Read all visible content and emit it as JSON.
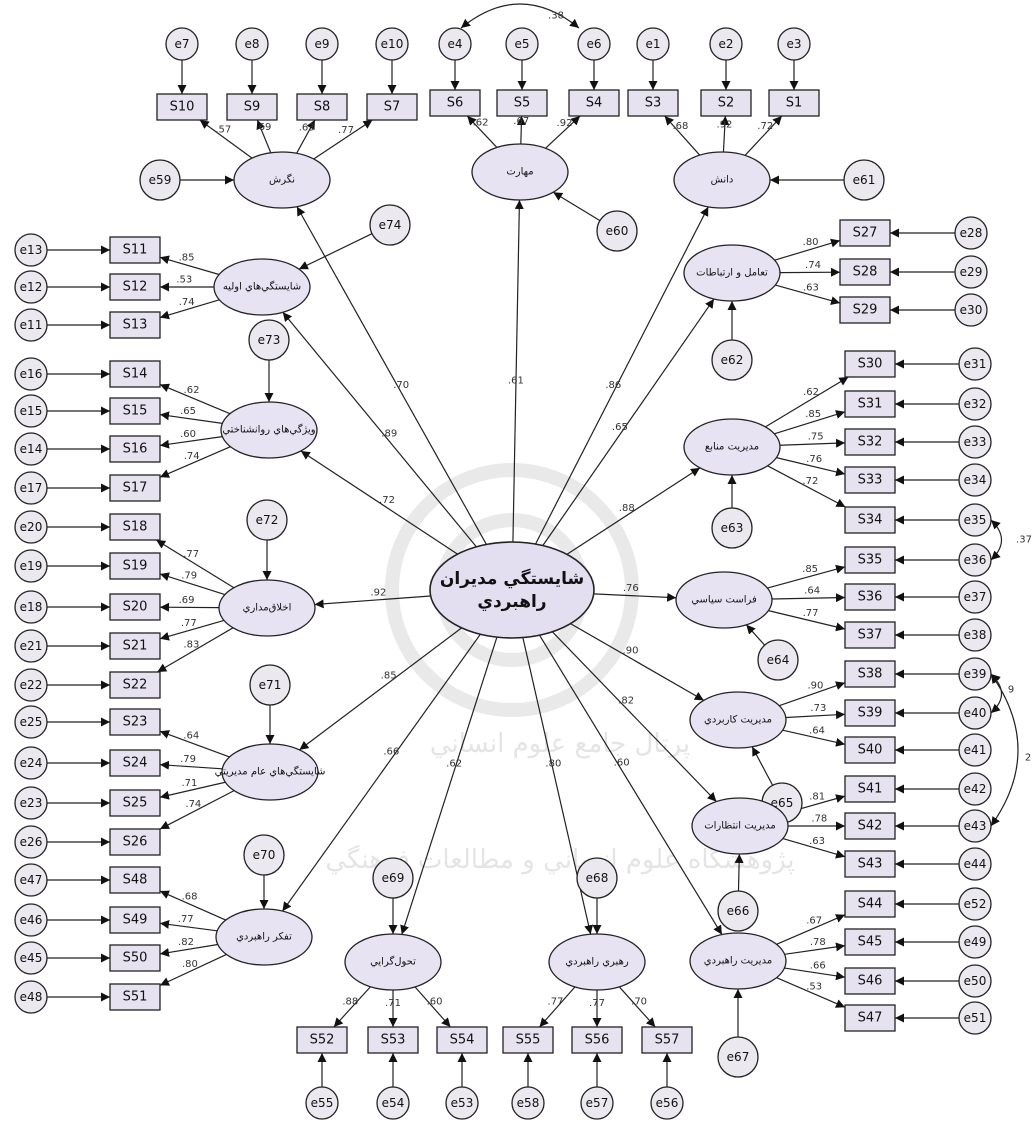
{
  "central": {
    "label_line1": "شايستگي مديران",
    "label_line2": "راهبردي"
  },
  "latents": {
    "negaresh": "نگرش",
    "maharat": "مهارت",
    "danesh": "دانش",
    "avalie": "شايستگي‌هاي اوليه",
    "ravan": "ويژگي‌هاي روانشناختي",
    "akhlagh": "اخلاق‌مداري",
    "aam": "شايستگي‌هاي عام مديريتي",
    "tafakkor": "تفكر راهبردي",
    "tahavvol": "تحول‌گرايي",
    "rahbari": "رهبري راهبردي",
    "taamol": "تعامل و ارتباطات",
    "manabe": "مديريت منابع",
    "farasat": "فراست سياسي",
    "karbordi": "مديريت كاربردي",
    "entezarat": "مديريت انتظارات",
    "mrahbordi": "مديريت راهبردي"
  },
  "structural_loadings": {
    "negaresh": ".70",
    "maharat": ".61",
    "danesh": ".86",
    "avalie": ".89",
    "ravan": ".72",
    "akhlagh": ".92",
    "aam": ".85",
    "tafakkor": ".66",
    "tahavvol": ".62",
    "rahbari": ".80",
    "taamol": ".65",
    "manabe": ".88",
    "farasat": ".76",
    "karbordi": ".90",
    "entezarat": ".82",
    "mrahbordi": ".60"
  },
  "disturbances": {
    "negaresh": "e59",
    "maharat": "e60",
    "danesh": "e61",
    "avalie": "e74",
    "ravan": "e73",
    "akhlagh": "e72",
    "aam": "e71",
    "tafakkor": "e70",
    "tahavvol": "e69",
    "rahbari": "e68",
    "taamol": "e62",
    "manabe": "e63",
    "farasat": "e64",
    "karbordi": "e65",
    "entezarat": "e66",
    "mrahbordi": "e67"
  },
  "indicators": {
    "negaresh": [
      [
        "S10",
        "e7",
        ".57"
      ],
      [
        "S9",
        "e8",
        ".69"
      ],
      [
        "S8",
        "e9",
        ".63"
      ],
      [
        "S7",
        "e10",
        ".77"
      ]
    ],
    "maharat": [
      [
        "S6",
        "e4",
        ".62"
      ],
      [
        "S5",
        "e5",
        ".67"
      ],
      [
        "S4",
        "e6",
        ".92"
      ]
    ],
    "danesh": [
      [
        "S3",
        "e1",
        ".68"
      ],
      [
        "S2",
        "e2",
        ".92"
      ],
      [
        "S1",
        "e3",
        ".72"
      ]
    ],
    "avalie": [
      [
        "S11",
        "e13",
        ".85"
      ],
      [
        "S12",
        "e12",
        ".53"
      ],
      [
        "S13",
        "e11",
        ".74"
      ]
    ],
    "ravan": [
      [
        "S14",
        "e16",
        ".62"
      ],
      [
        "S15",
        "e15",
        ".65"
      ],
      [
        "S16",
        "e14",
        ".60"
      ],
      [
        "S17",
        "e17",
        ".74"
      ]
    ],
    "akhlagh": [
      [
        "S18",
        "e20",
        ".77"
      ],
      [
        "S19",
        "e19",
        ".79"
      ],
      [
        "S20",
        "e18",
        ".69"
      ],
      [
        "S21",
        "e21",
        ".77"
      ],
      [
        "S22",
        "e22",
        ".83"
      ]
    ],
    "aam": [
      [
        "S23",
        "e25",
        ".64"
      ],
      [
        "S24",
        "e24",
        ".79"
      ],
      [
        "S25",
        "e23",
        ".71"
      ],
      [
        "S26",
        "e26",
        ".74"
      ]
    ],
    "tafakkor": [
      [
        "S48",
        "e47",
        ".68"
      ],
      [
        "S49",
        "e46",
        ".77"
      ],
      [
        "S50",
        "e45",
        ".82"
      ],
      [
        "S51",
        "e48",
        ".80"
      ]
    ],
    "tahavvol": [
      [
        "S52",
        "e55",
        ".88"
      ],
      [
        "S53",
        "e54",
        ".71"
      ],
      [
        "S54",
        "e53",
        ".60"
      ]
    ],
    "rahbari": [
      [
        "S55",
        "e58",
        ".77"
      ],
      [
        "S56",
        "e57",
        ".77"
      ],
      [
        "S57",
        "e56",
        ".70"
      ]
    ],
    "taamol": [
      [
        "S27",
        "e28",
        ".80"
      ],
      [
        "S28",
        "e29",
        ".74"
      ],
      [
        "S29",
        "e30",
        ".63"
      ]
    ],
    "manabe": [
      [
        "S30",
        "e31",
        ".62"
      ],
      [
        "S31",
        "e32",
        ".85"
      ],
      [
        "S32",
        "e33",
        ".75"
      ],
      [
        "S33",
        "e34",
        ".76"
      ],
      [
        "S34",
        "e35",
        ".72"
      ]
    ],
    "farasat": [
      [
        "S35",
        "e36",
        ".85"
      ],
      [
        "S36",
        "e37",
        ".64"
      ],
      [
        "S37",
        "e38",
        ".77"
      ]
    ],
    "karbordi": [
      [
        "S38",
        "e39",
        ".90"
      ],
      [
        "S39",
        "e40",
        ".73"
      ],
      [
        "S40",
        "e41",
        ".64"
      ]
    ],
    "entezarat": [
      [
        "S41",
        "e42",
        ".81"
      ],
      [
        "S42",
        "e43",
        ".78"
      ],
      [
        "S43",
        "e44",
        ".63"
      ]
    ],
    "mrahbordi": [
      [
        "S44",
        "e52",
        ".67"
      ],
      [
        "S45",
        "e49",
        ".78"
      ],
      [
        "S46",
        "e50",
        ".66"
      ],
      [
        "S47",
        "e51",
        ".53"
      ]
    ]
  },
  "covariances": {
    "c1": ".38",
    "c2": ".37",
    "c3": "9",
    "c4": "2"
  },
  "watermark": {
    "line1": "پژوهشگاه علوم انساني و مطالعات فرهنگي",
    "line2": "پرتال جامع علوم انساني"
  },
  "colors": {
    "latent_fill": "#e8e3f3",
    "observed_fill": "#e6e2f0",
    "error_fill": "#ebe9ef",
    "stroke": "#222222"
  }
}
